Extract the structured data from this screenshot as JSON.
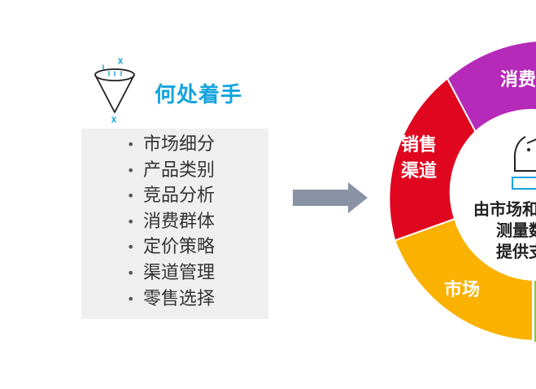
{
  "heading": "何处着手",
  "list_items": [
    "市场细分",
    "产品类别",
    "竞品分析",
    "消费群体",
    "定价策略",
    "渠道管理",
    "零售选择"
  ],
  "ring": {
    "segments": {
      "consumer": "消费",
      "channel_line1": "销售",
      "channel_line2": "渠道",
      "market": "市场"
    },
    "center_lines": [
      "由市场和",
      "测量数",
      "提供支"
    ]
  },
  "colors": {
    "heading": "#14a3dc",
    "panel": "#efefef",
    "arrow": "#8a93a6",
    "segment_consumer": "#b52ab8",
    "segment_channel": "#e0061f",
    "segment_market": "#fbb100",
    "segment_green": "#8ec63f",
    "funnel_marks": "#14a3dc"
  },
  "icons": {
    "funnel": "funnel-icon",
    "arrow": "right-arrow-icon",
    "chess": "chess-piece-icon"
  }
}
